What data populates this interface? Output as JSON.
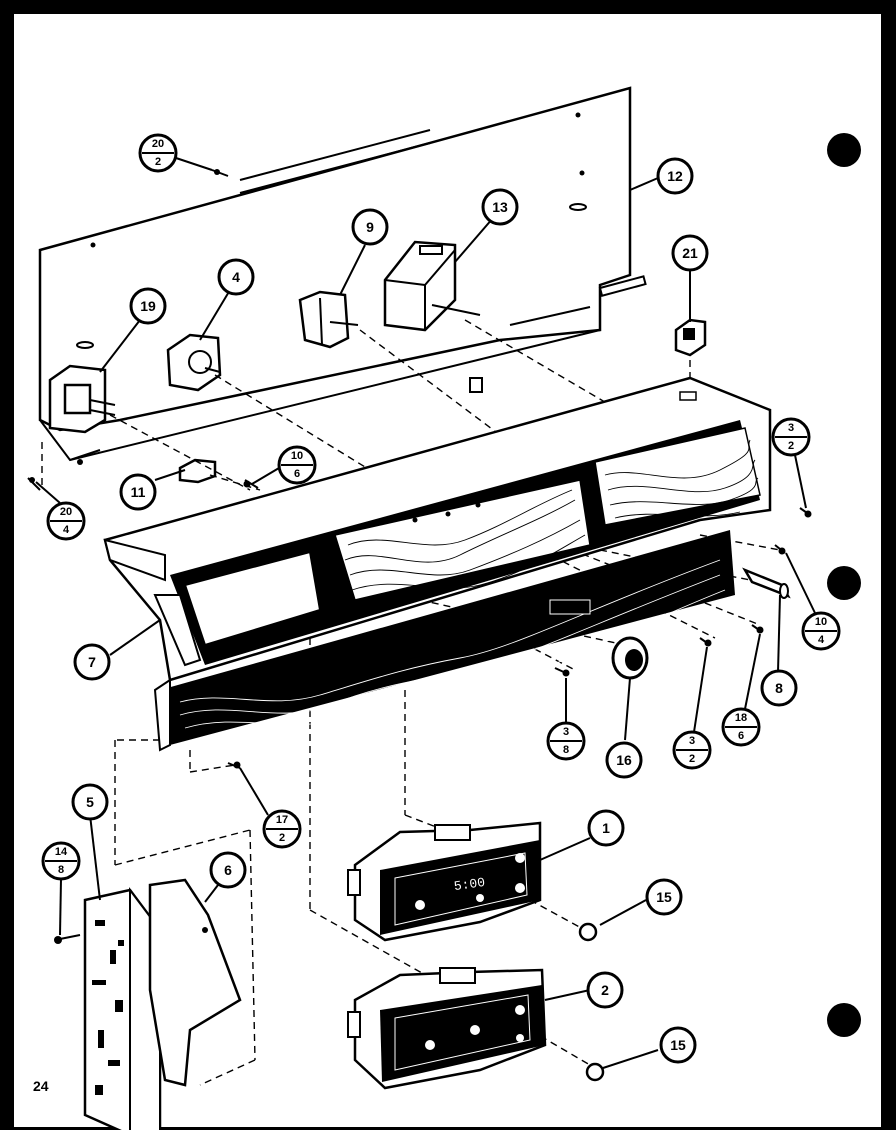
{
  "page_number": "24",
  "callouts": {
    "c1": "1",
    "c2": "2",
    "c4": "4",
    "c5": "5",
    "c6": "6",
    "c7": "7",
    "c8": "8",
    "c9": "9",
    "c11": "11",
    "c12": "12",
    "c13": "13",
    "c15a": "15",
    "c15b": "15",
    "c16": "16",
    "c19": "19",
    "c21": "21"
  },
  "fraction_callouts": {
    "f_20_2": {
      "num": "20",
      "den": "2"
    },
    "f_20_4": {
      "num": "20",
      "den": "4"
    },
    "f_10_6": {
      "num": "10",
      "den": "6"
    },
    "f_3_2a": {
      "num": "3",
      "den": "2"
    },
    "f_10_4": {
      "num": "10",
      "den": "4"
    },
    "f_3_8": {
      "num": "3",
      "den": "8"
    },
    "f_3_2b": {
      "num": "3",
      "den": "2"
    },
    "f_18_6": {
      "num": "18",
      "den": "6"
    },
    "f_17_2": {
      "num": "17",
      "den": "2"
    },
    "f_14_8": {
      "num": "14",
      "den": "8"
    }
  },
  "display_text": "5:00",
  "colors": {
    "ink": "#000000",
    "paper": "#ffffff",
    "border": "#000000"
  }
}
